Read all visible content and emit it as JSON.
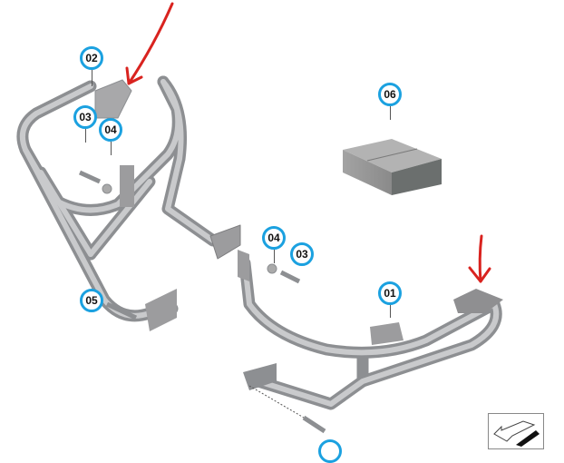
{
  "callouts": [
    {
      "id": "02",
      "label": "02"
    },
    {
      "id": "03a",
      "label": "03"
    },
    {
      "id": "04a",
      "label": "04"
    },
    {
      "id": "06",
      "label": "06"
    },
    {
      "id": "04b",
      "label": "04"
    },
    {
      "id": "03b",
      "label": "03"
    },
    {
      "id": "01",
      "label": "01"
    },
    {
      "id": "05",
      "label": "05"
    }
  ],
  "colors": {
    "callout_border": "#1ba1e0",
    "tube": "#a9abae",
    "annotation": "#d9231f"
  }
}
